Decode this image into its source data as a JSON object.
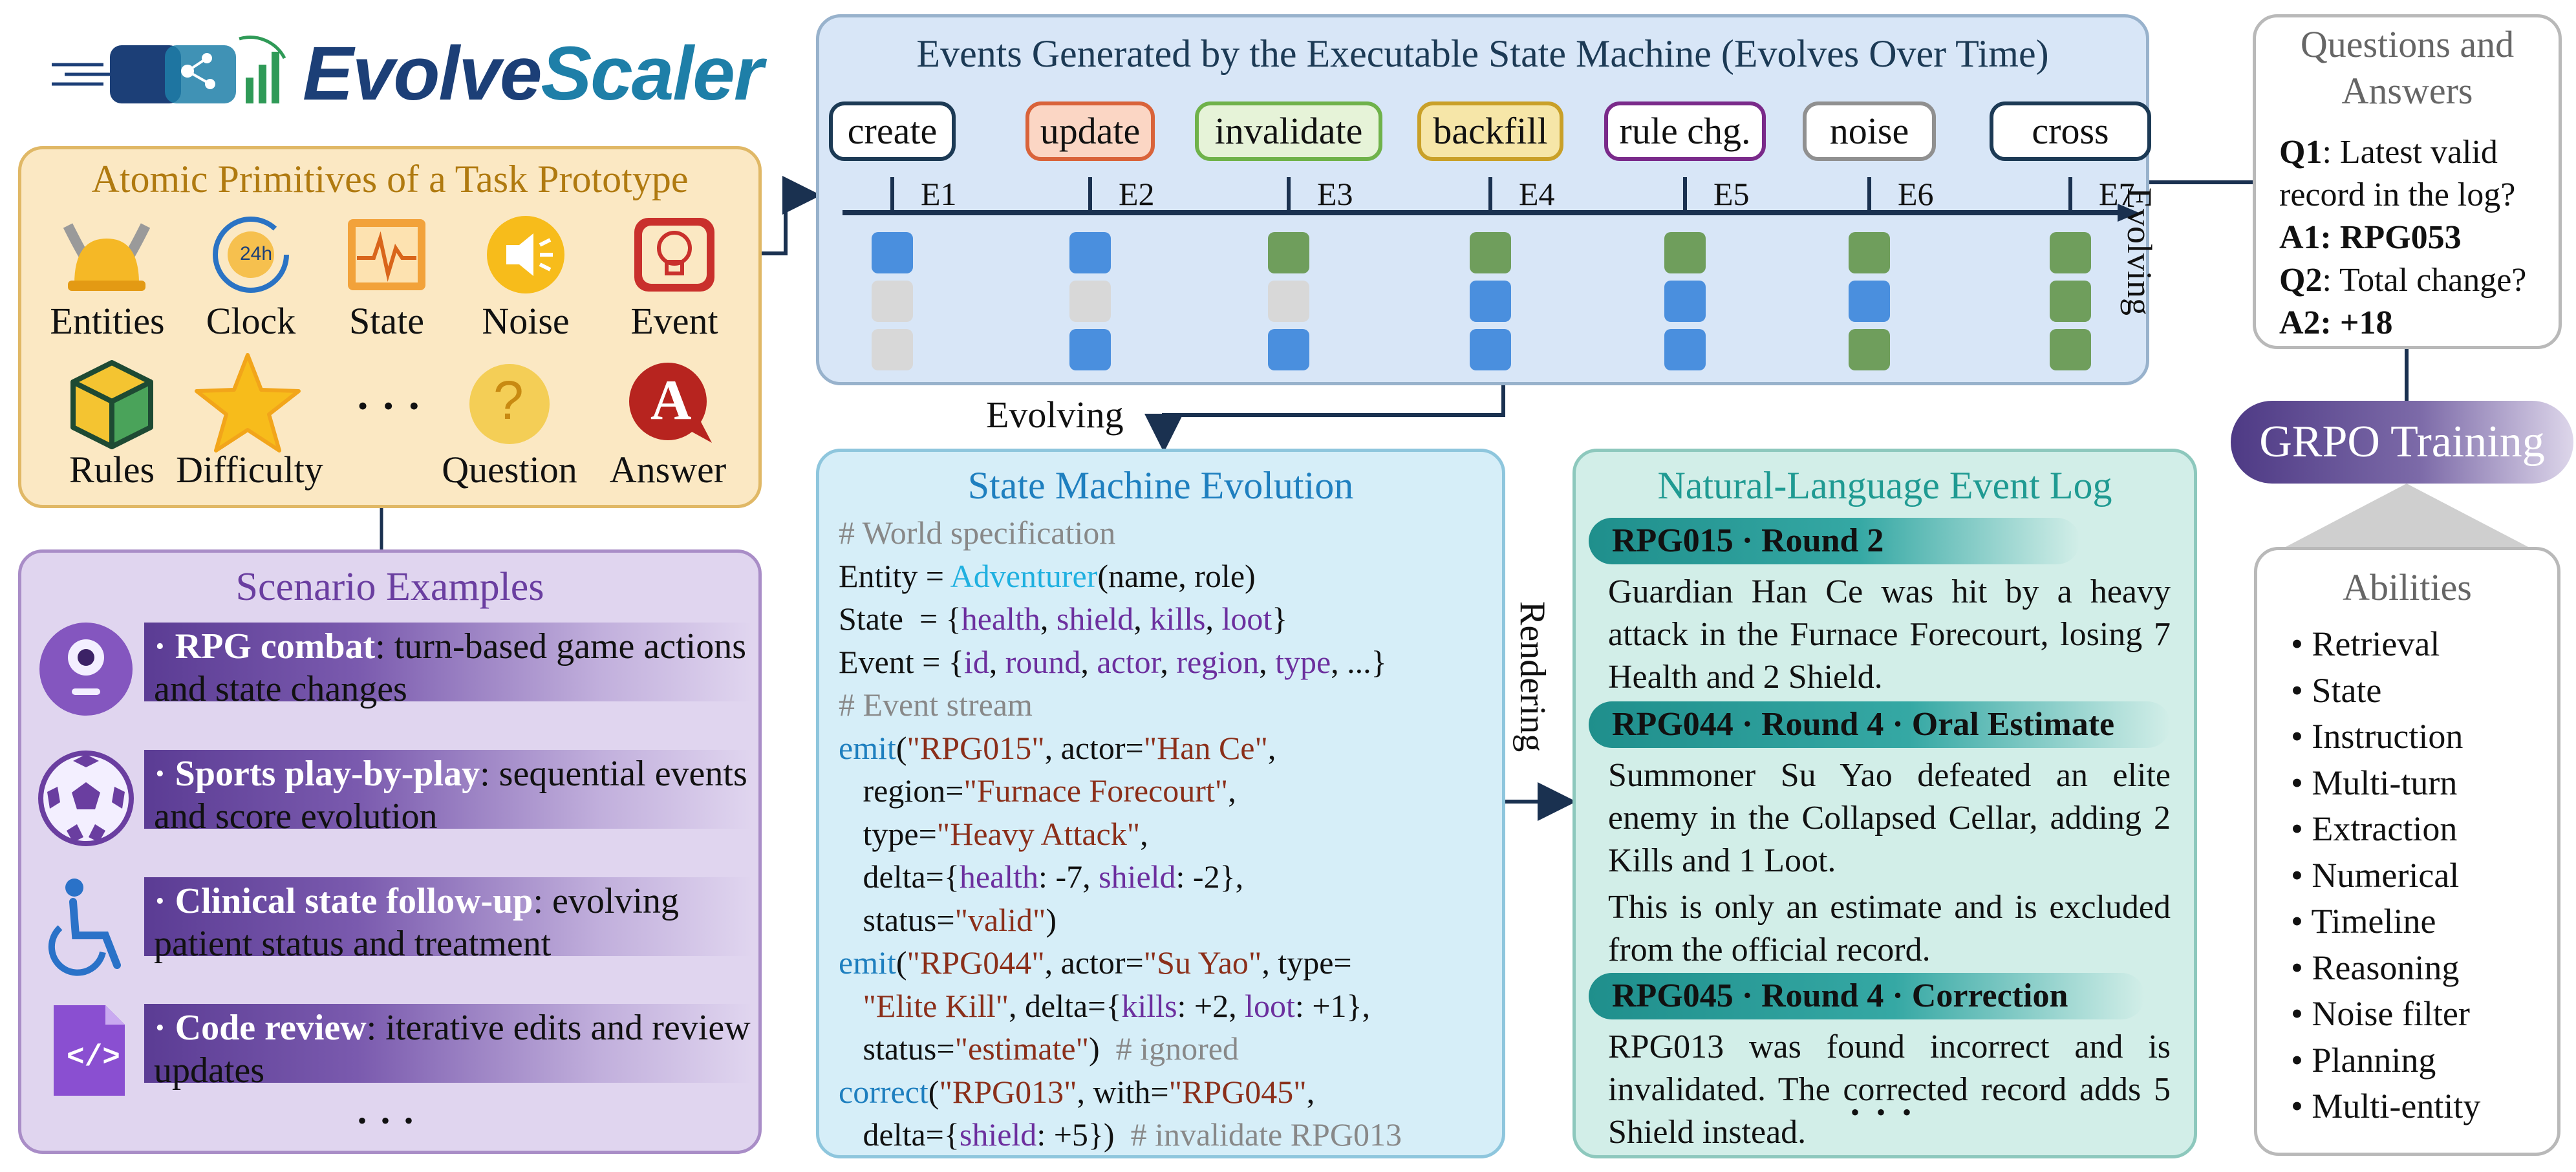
{
  "logo": {
    "part1": "Evolve",
    "part2": "Scaler"
  },
  "primitives": {
    "title": "Atomic Primitives of a Task Prototype",
    "items": [
      "Entities",
      "Clock",
      "State",
      "Noise",
      "Event",
      "Rules",
      "Difficulty",
      "Question",
      "Answer"
    ],
    "clock_text": "24h",
    "question_glyph": "?",
    "answer_glyph": "A",
    "ellipsis": "• • •"
  },
  "scenarios": {
    "title": "Scenario Examples",
    "items": [
      {
        "bold": "· RPG combat",
        "rest": ": turn-based game actions and state changes"
      },
      {
        "bold": "· Sports play-by-play",
        "rest": ": sequential events and score evolution"
      },
      {
        "bold": "· Clinical state follow-up",
        "rest": ": evolving patient status and treatment"
      },
      {
        "bold": "· Code review",
        "rest": ": iterative edits and review updates"
      }
    ],
    "code_icon_text": "</>",
    "ellipsis": "• • •"
  },
  "events": {
    "title": "Events Generated by the Executable State Machine (Evolves Over Time)",
    "boxes": [
      {
        "label": "create",
        "id": "E1",
        "border": "#1c3a55",
        "bg": "#ffffff"
      },
      {
        "label": "update",
        "id": "E2",
        "border": "#d9633a",
        "bg": "#fbd6c4"
      },
      {
        "label": "invalidate",
        "id": "E3",
        "border": "#6fb24a",
        "bg": "#e6f3d8"
      },
      {
        "label": "backfill",
        "id": "E4",
        "border": "#c9a028",
        "bg": "#f6e6a8"
      },
      {
        "label": "rule chg.",
        "id": "E5",
        "border": "#7a2a8a",
        "bg": "#ffffff"
      },
      {
        "label": "noise",
        "id": "E6",
        "border": "#909090",
        "bg": "#ffffff"
      },
      {
        "label": "cross",
        "id": "E7",
        "border": "#1c3a55",
        "bg": "#ffffff"
      }
    ],
    "state_grid": [
      [
        "blue",
        "gray",
        "gray"
      ],
      [
        "blue",
        "gray",
        "blue"
      ],
      [
        "green",
        "gray",
        "blue"
      ],
      [
        "green",
        "blue",
        "blue"
      ],
      [
        "green",
        "blue",
        "blue"
      ],
      [
        "green",
        "blue",
        "green"
      ],
      [
        "green",
        "green",
        "green"
      ]
    ],
    "evolving_label": "Evolving",
    "side_label": "Evolving"
  },
  "state_machine": {
    "title": "State Machine Evolution",
    "rendering_label": "Rendering",
    "lines": [
      [
        {
          "t": "# World specification",
          "c": "cm"
        }
      ],
      [
        {
          "t": "Entity = ",
          "c": ""
        },
        {
          "t": "Adventurer",
          "c": "cy"
        },
        {
          "t": "(name, role)",
          "c": ""
        }
      ],
      [
        {
          "t": "State  = {",
          "c": ""
        },
        {
          "t": "health",
          "c": "pu"
        },
        {
          "t": ", ",
          "c": ""
        },
        {
          "t": "shield",
          "c": "pu"
        },
        {
          "t": ", ",
          "c": ""
        },
        {
          "t": "kills",
          "c": "pu"
        },
        {
          "t": ", ",
          "c": ""
        },
        {
          "t": "loot",
          "c": "pu"
        },
        {
          "t": "}",
          "c": ""
        }
      ],
      [
        {
          "t": "Event = {",
          "c": ""
        },
        {
          "t": "id",
          "c": "pu"
        },
        {
          "t": ", ",
          "c": ""
        },
        {
          "t": "round",
          "c": "pu"
        },
        {
          "t": ", ",
          "c": ""
        },
        {
          "t": "actor",
          "c": "pu"
        },
        {
          "t": ", ",
          "c": ""
        },
        {
          "t": "region",
          "c": "pu"
        },
        {
          "t": ", ",
          "c": ""
        },
        {
          "t": "type",
          "c": "pu"
        },
        {
          "t": ", ...}",
          "c": ""
        }
      ],
      [
        {
          "t": "# Event stream",
          "c": "cm"
        }
      ],
      [
        {
          "t": "emit",
          "c": "bl"
        },
        {
          "t": "(",
          "c": ""
        },
        {
          "t": "\"RPG015\"",
          "c": "rd"
        },
        {
          "t": ", actor=",
          "c": ""
        },
        {
          "t": "\"Han Ce\"",
          "c": "rd"
        },
        {
          "t": ",",
          "c": ""
        }
      ],
      [
        {
          "t": "   region=",
          "c": ""
        },
        {
          "t": "\"Furnace Forecourt\"",
          "c": "rd"
        },
        {
          "t": ",",
          "c": ""
        }
      ],
      [
        {
          "t": "   type=",
          "c": ""
        },
        {
          "t": "\"Heavy Attack\"",
          "c": "rd"
        },
        {
          "t": ",",
          "c": ""
        }
      ],
      [
        {
          "t": "   delta={",
          "c": ""
        },
        {
          "t": "health",
          "c": "pu"
        },
        {
          "t": ": -7, ",
          "c": ""
        },
        {
          "t": "shield",
          "c": "pu"
        },
        {
          "t": ": -2},",
          "c": ""
        }
      ],
      [
        {
          "t": "   status=",
          "c": ""
        },
        {
          "t": "\"valid\"",
          "c": "rd"
        },
        {
          "t": ")",
          "c": ""
        }
      ],
      [
        {
          "t": "emit",
          "c": "bl"
        },
        {
          "t": "(",
          "c": ""
        },
        {
          "t": "\"RPG044\"",
          "c": "rd"
        },
        {
          "t": ", actor=",
          "c": ""
        },
        {
          "t": "\"Su Yao\"",
          "c": "rd"
        },
        {
          "t": ", type=",
          "c": ""
        }
      ],
      [
        {
          "t": "   ",
          "c": ""
        },
        {
          "t": "\"Elite Kill\"",
          "c": "rd"
        },
        {
          "t": ", delta={",
          "c": ""
        },
        {
          "t": "kills",
          "c": "pu"
        },
        {
          "t": ": +2, ",
          "c": ""
        },
        {
          "t": "loot",
          "c": "pu"
        },
        {
          "t": ": +1},",
          "c": ""
        }
      ],
      [
        {
          "t": "   status=",
          "c": ""
        },
        {
          "t": "\"estimate\"",
          "c": "rd"
        },
        {
          "t": ")  ",
          "c": ""
        },
        {
          "t": "# ignored",
          "c": "cm"
        }
      ],
      [
        {
          "t": "correct",
          "c": "bl"
        },
        {
          "t": "(",
          "c": ""
        },
        {
          "t": "\"RPG013\"",
          "c": "rd"
        },
        {
          "t": ", with=",
          "c": ""
        },
        {
          "t": "\"RPG045\"",
          "c": "rd"
        },
        {
          "t": ",",
          "c": ""
        }
      ],
      [
        {
          "t": "   delta={",
          "c": ""
        },
        {
          "t": "shield",
          "c": "pu"
        },
        {
          "t": ": +5})  ",
          "c": ""
        },
        {
          "t": "# invalidate RPG013",
          "c": "cm"
        }
      ]
    ]
  },
  "event_log": {
    "title": "Natural-Language Event Log",
    "entries": [
      {
        "header": "RPG015 · Round 2",
        "text": "Guardian Han Ce was hit by a heavy attack in the Furnace Forecourt, losing 7 Health and 2 Shield."
      },
      {
        "header": "RPG044 · Round 4 · Oral Estimate",
        "text": "Summoner Su Yao defeated an elite enemy in the Collapsed Cellar, adding 2 Kills and 1 Loot.",
        "text2": "This is only an estimate and is excluded from the official record."
      },
      {
        "header": "RPG045 · Round 4 · Correction",
        "text": "RPG013 was found incorrect and is invalidated. The corrected record adds 5 Shield instead.",
        "tail": "• • •"
      }
    ]
  },
  "qa": {
    "title": "Questions and Answers",
    "q1_label": "Q1",
    "q1": ": Latest valid record in the log?",
    "a1": "A1: RPG053",
    "q2_label": "Q2",
    "q2": ": Total change?",
    "a2": "A2: +18"
  },
  "grpo": {
    "label": "GRPO Training"
  },
  "abilities": {
    "title": "Abilities",
    "items": [
      "Retrieval",
      "State",
      "Instruction",
      "Multi-turn",
      "Extraction",
      "Numerical",
      "Timeline",
      "Reasoning",
      "Noise filter",
      "Planning",
      "Multi-entity"
    ]
  }
}
